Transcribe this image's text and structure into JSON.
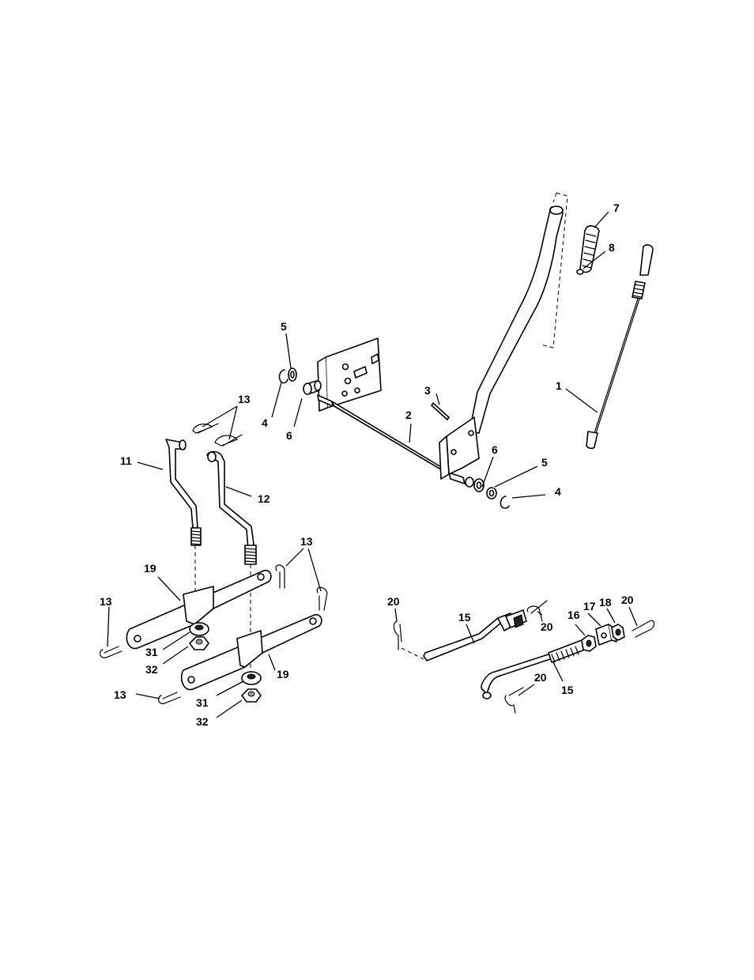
{
  "callouts": {
    "c1": "1",
    "c2": "2",
    "c3": "3",
    "c4a": "4",
    "c4b": "4",
    "c5a": "5",
    "c5b": "5",
    "c6a": "6",
    "c6b": "6",
    "c7": "7",
    "c8": "8",
    "c11": "11",
    "c12": "12",
    "c13a": "13",
    "c13b": "13",
    "c13c": "13",
    "c13d": "13",
    "c15a": "15",
    "c15b": "15",
    "c16": "16",
    "c17": "17",
    "c18": "18",
    "c19a": "19",
    "c19b": "19",
    "c20a": "20",
    "c20b": "20",
    "c20c": "20",
    "c20d": "20",
    "c31a": "31",
    "c31b": "31",
    "c32a": "32",
    "c32b": "32"
  }
}
